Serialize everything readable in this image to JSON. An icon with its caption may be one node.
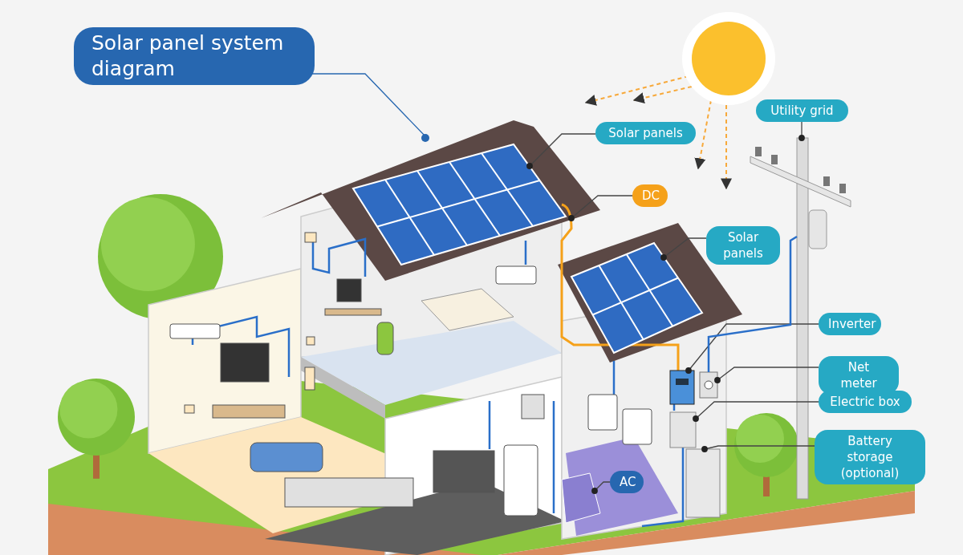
{
  "diagram": {
    "title": "Solar panel system diagram",
    "nodes": [
      {
        "text": [
          "Solar panels"
        ]
      },
      {
        "text": [],
        "shape": "picture"
      },
      {
        "text": [
          "DC"
        ]
      },
      {
        "text": [],
        "shape": "picture"
      },
      {
        "text": [
          "Solar panels"
        ]
      },
      {
        "text": [],
        "shape": "picture"
      },
      {
        "text": [
          "Utility grid"
        ]
      },
      {
        "text": [],
        "shape": "picture"
      },
      {
        "text": [
          "Inverter"
        ]
      },
      {
        "text": [],
        "shape": "picture"
      },
      {
        "text": [
          "Net meter"
        ]
      },
      {
        "text": [],
        "shape": "picture"
      },
      {
        "text": [
          "Electric box"
        ]
      },
      {
        "text": [],
        "shape": "box"
      },
      {
        "text": [
          "Battery storage (optional)"
        ]
      },
      {
        "text": [],
        "shape": "box"
      },
      {
        "text": [
          "AC"
        ]
      },
      {
        "text": [],
        "shape": "picture"
      }
    ],
    "edges": [
      {
        "from": 0,
        "to": 1,
        "arrow": "other"
      },
      {
        "from": 2,
        "to": 3,
        "arrow": "other"
      },
      {
        "from": 4,
        "to": 5,
        "arrow": "other"
      },
      {
        "from": 6,
        "to": 7,
        "arrow": "other"
      },
      {
        "from": 8,
        "to": 9,
        "arrow": "other"
      },
      {
        "from": 10,
        "to": 11,
        "arrow": "other"
      },
      {
        "from": 12,
        "to": 13,
        "arrow": "other"
      },
      {
        "from": 14,
        "to": 15,
        "arrow": "other"
      },
      {
        "from": 16,
        "to": 17,
        "arrow": "other"
      },
      {
        "from": 11,
        "to": 7,
        "arrow": "none",
        "color": "#2a6fc9"
      }
    ]
  }
}
